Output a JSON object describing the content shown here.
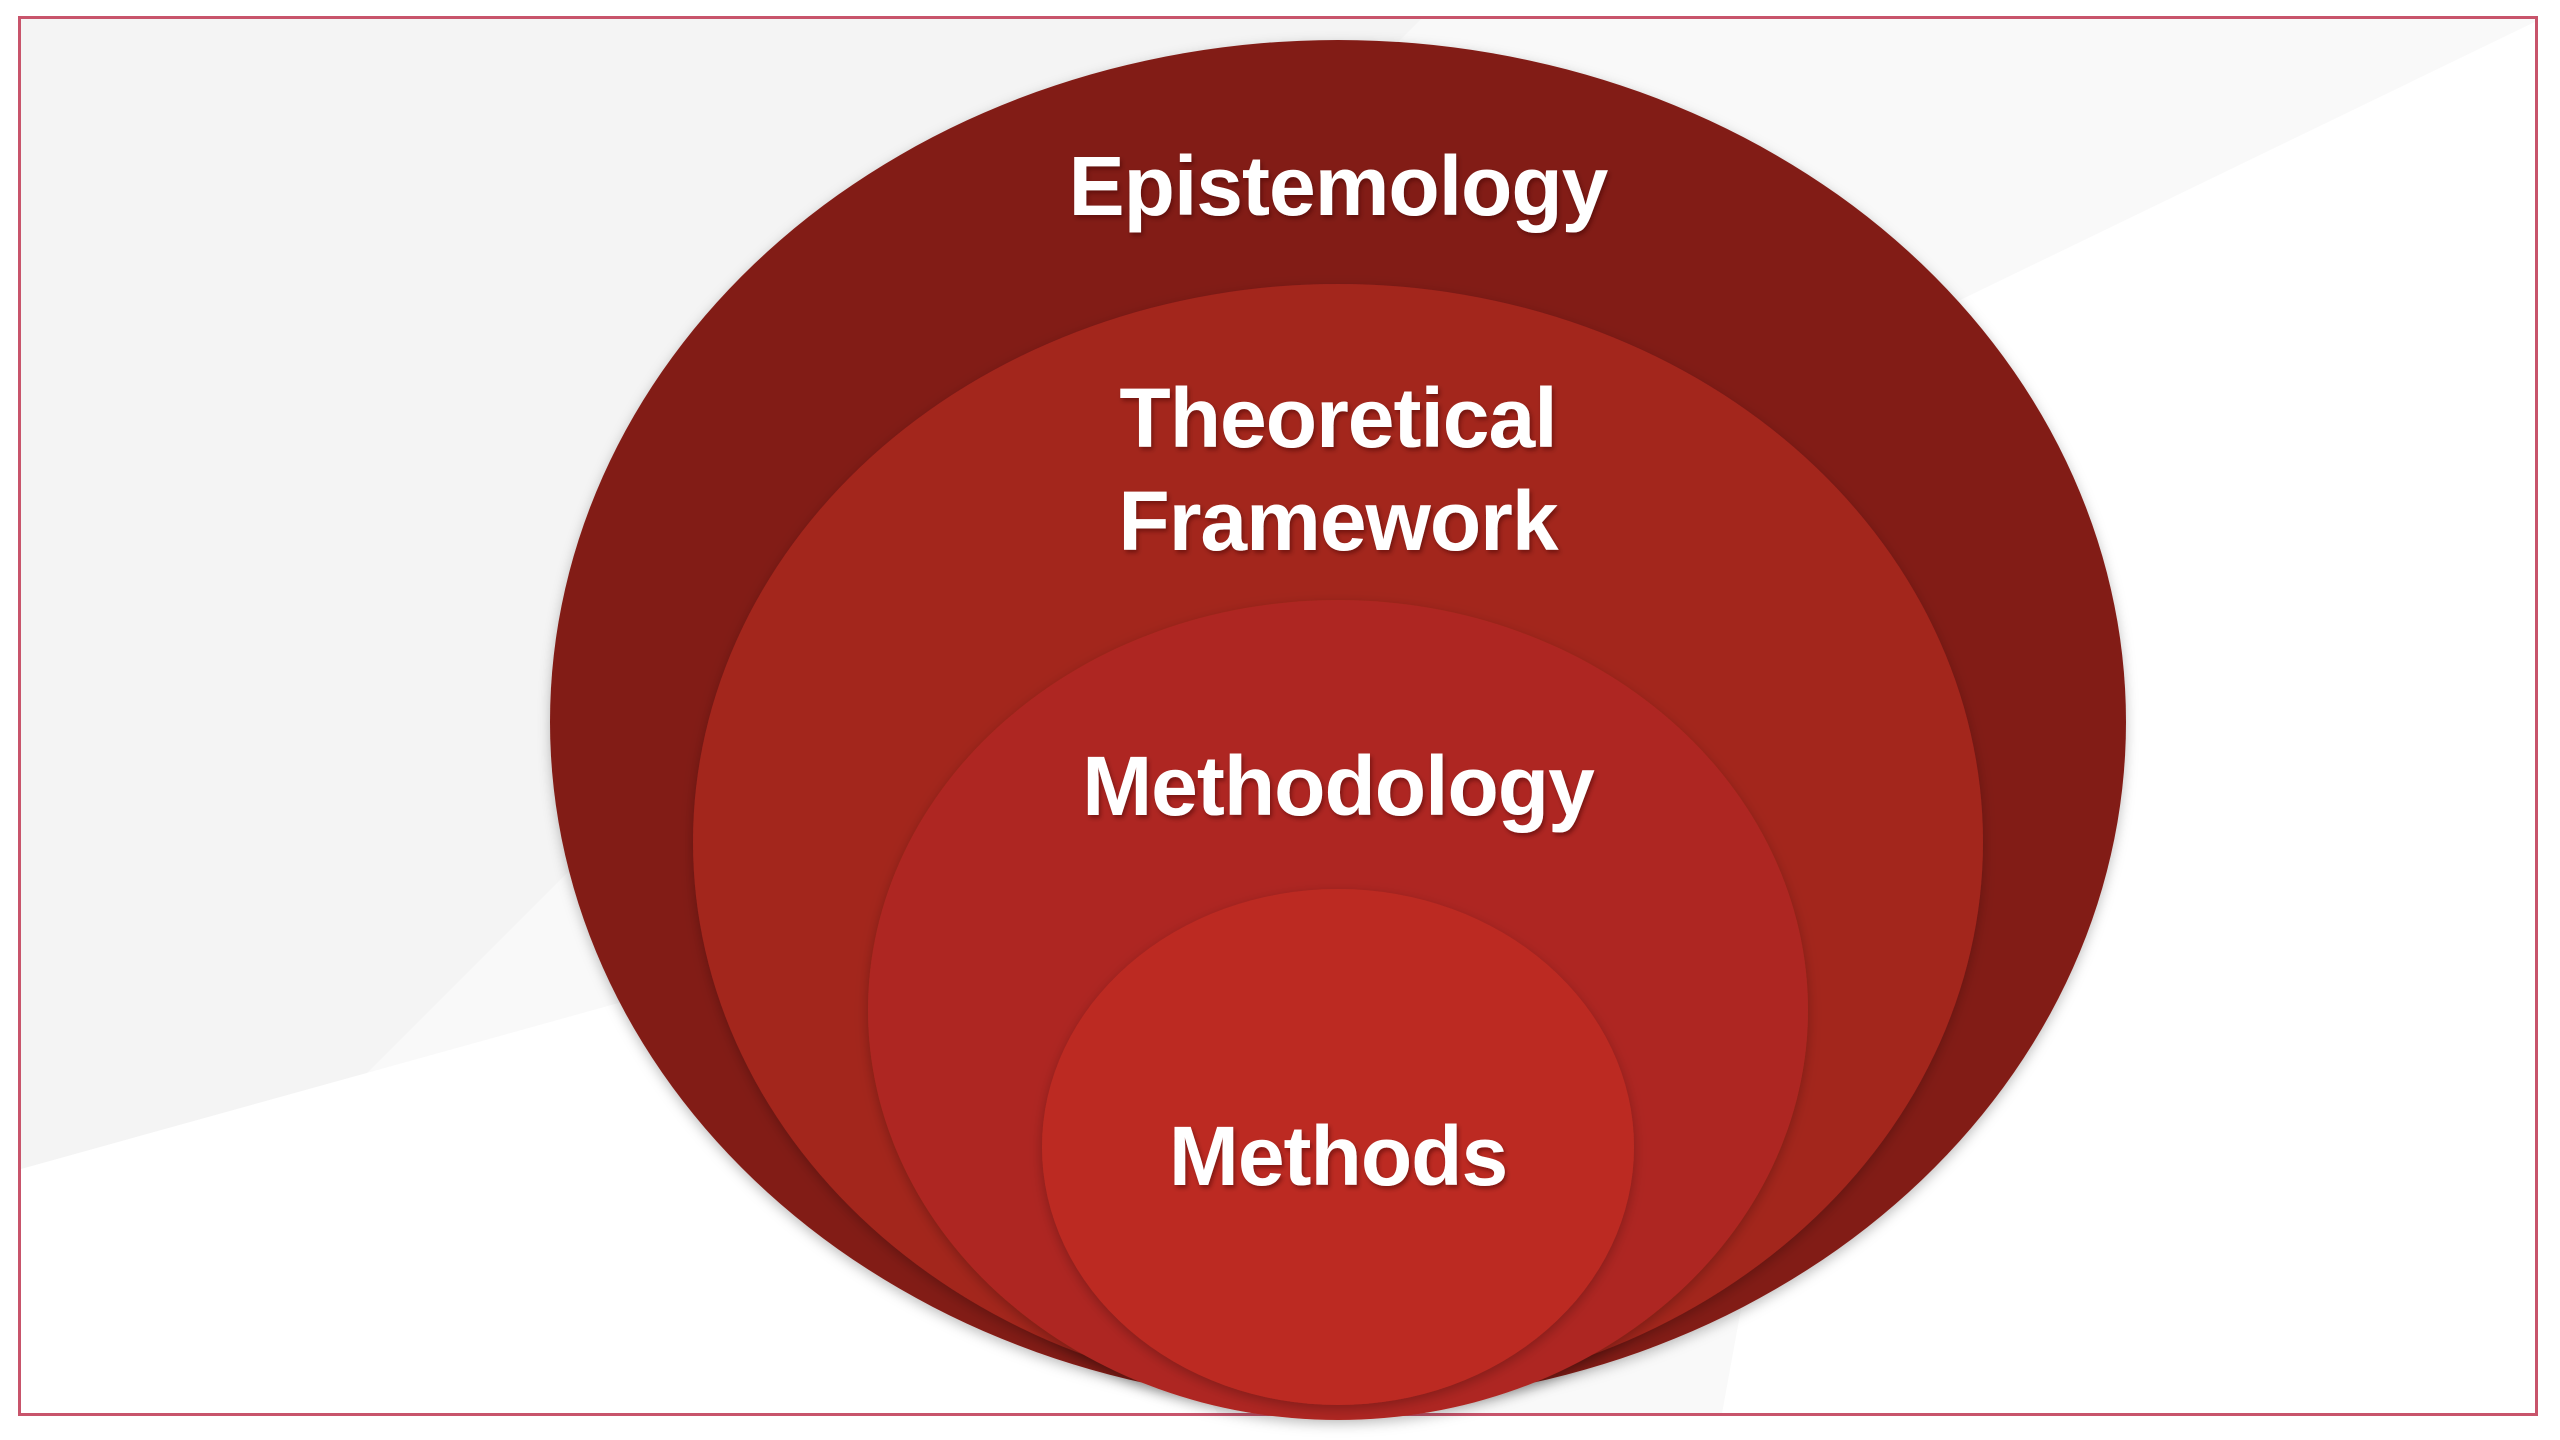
{
  "diagram": {
    "layers": [
      {
        "label": "Epistemology",
        "color": "#821c17"
      },
      {
        "label": "Theoretical",
        "label2": "Framework",
        "color": "#a3251e"
      },
      {
        "label": "Methodology",
        "color": "#ae2820"
      },
      {
        "label": "Methods",
        "color": "#bc2b22"
      }
    ]
  }
}
